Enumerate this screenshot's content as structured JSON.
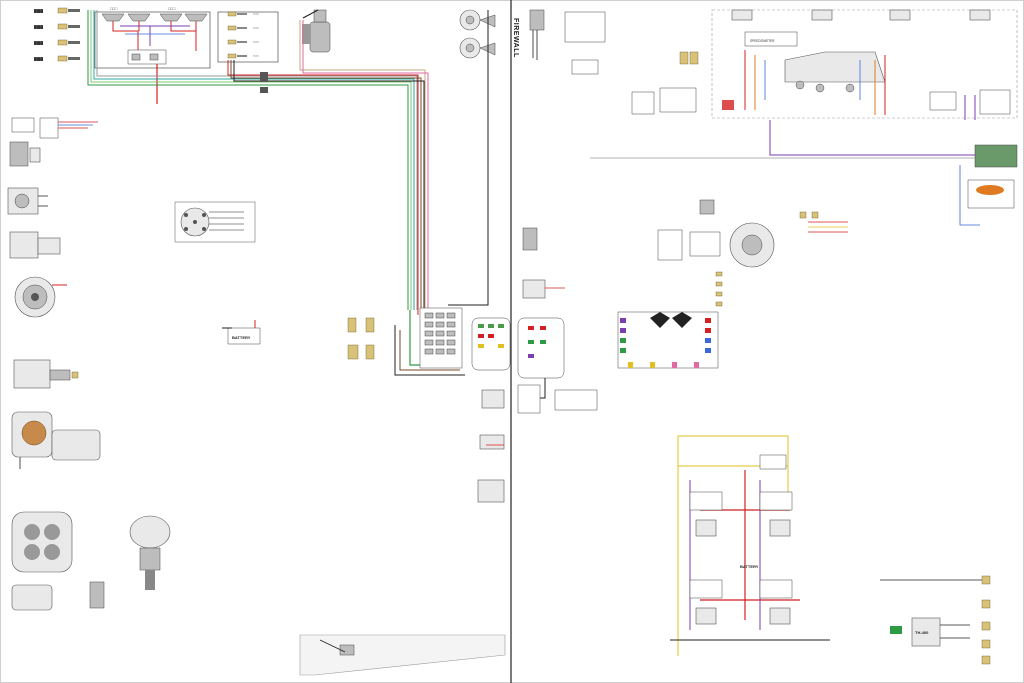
{
  "labels": {
    "firewall": "FIREWALL",
    "battery_main": "BATTERY",
    "battery_subpanel": "BATTERY",
    "speedometer": "SPEEDOMETER",
    "transmission": "TH-400"
  },
  "colors": {
    "background": "#ffffff",
    "divider": "#222222",
    "wire_red": "#d42020",
    "wire_green": "#2e9a45",
    "wire_black": "#222222",
    "wire_brown": "#7a4a2a",
    "wire_yellow": "#e0c020",
    "wire_purple": "#7b3fb0",
    "wire_blue": "#3a6ad8",
    "wire_orange": "#e07a20"
  },
  "icons": [
    "headlight-icon",
    "horn-icon",
    "alternator-icon",
    "starter-motor-icon",
    "distributor-icon",
    "throttle-body-icon",
    "wiper-motor-icon",
    "battery-icon",
    "fuse-block-icon",
    "relay-icon",
    "speedometer-icon",
    "fuel-tank-icon",
    "connector-icon",
    "transmission-icon"
  ]
}
